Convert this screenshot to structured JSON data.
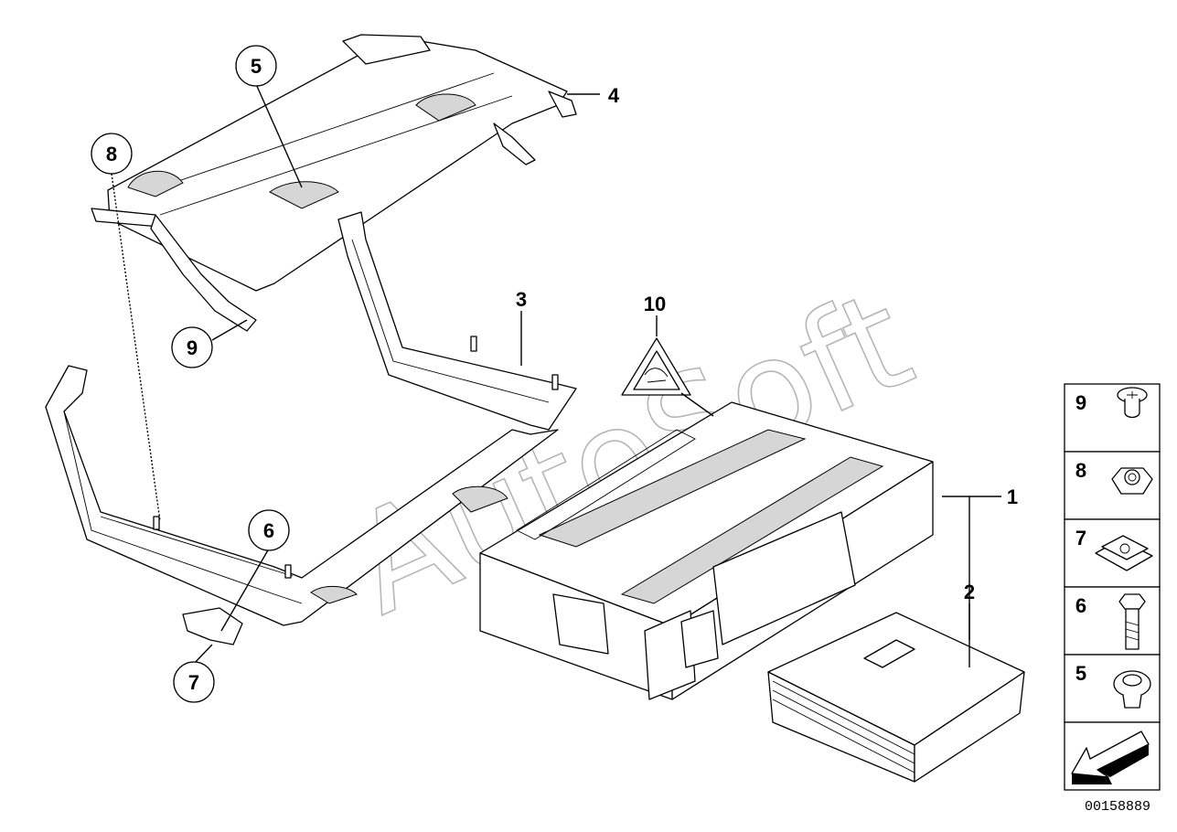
{
  "watermark": "AutoSoft",
  "callouts": {
    "c1": "1",
    "c2": "2",
    "c3": "3",
    "c4": "4",
    "c5": "5",
    "c6": "6",
    "c7": "7",
    "c8": "8",
    "c9": "9",
    "c10": "10"
  },
  "legend": {
    "items": [
      {
        "label": "9",
        "icon": "screw-icon"
      },
      {
        "label": "8",
        "icon": "hex-nut-icon"
      },
      {
        "label": "7",
        "icon": "clip-nut-icon"
      },
      {
        "label": "6",
        "icon": "hex-bolt-icon"
      },
      {
        "label": "5",
        "icon": "rubber-grommet-icon"
      }
    ],
    "arrow_icon": "direction-arrow-icon"
  },
  "document_id": "00158889"
}
